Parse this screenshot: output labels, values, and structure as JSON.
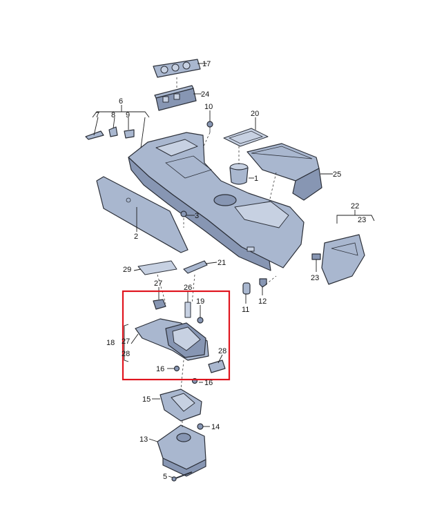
{
  "callouts": {
    "c1": "1",
    "c2": "2",
    "c3": "3",
    "c5": "5",
    "c6": "6",
    "c7": "7",
    "c8": "8",
    "c9": "9",
    "c10": "10",
    "c11": "11",
    "c12": "12",
    "c13": "13",
    "c14": "14",
    "c15": "15",
    "c16a": "16",
    "c16b": "16",
    "c17": "17",
    "c18": "18",
    "c19": "19",
    "c20": "20",
    "c21": "21",
    "c22": "22",
    "c23a": "23",
    "c23b": "23",
    "c24": "24",
    "c25": "25",
    "c26": "26",
    "c27a": "27",
    "c27b": "27",
    "c28a": "28",
    "c28b": "28",
    "c29": "29"
  },
  "colors": {
    "highlight": "#e0141e",
    "part_fill": "#a9b7cf",
    "outline": "#2b2f38"
  }
}
